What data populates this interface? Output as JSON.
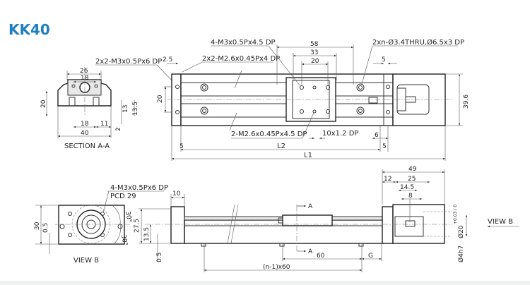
{
  "title": "KK40",
  "section_aa": {
    "label": "SECTION A-A",
    "callout": "2x2-M3x0.5Px6 DP",
    "dims": {
      "w26": "26",
      "w18_top": "18",
      "h20": "20",
      "h13": "13",
      "h13_5": "13.5",
      "w18_bot": "18",
      "w11": "11",
      "h2": "2",
      "w40": "40"
    }
  },
  "top_view": {
    "callouts": {
      "c1": "4-M3x0.5Px4.5 DP",
      "c2": "2x2-M2.6x0.45Px4 DP",
      "c3": "2xn-Ø3.4THRU,Ø6.5x3 DP",
      "c4": "2-M2.6x0.45Px4.5 DP",
      "c5": "10x1.2 DP"
    },
    "dims": {
      "d2_5": "2.5",
      "d58": "58",
      "d33": "33",
      "d20w": "20",
      "d5_top": "5",
      "d20h": "20",
      "d39_6": "39.6",
      "d6": "6",
      "d5_left": "5",
      "d5_right": "5",
      "L2": "L2",
      "L1": "L1"
    }
  },
  "view_b": {
    "label": "VIEW B",
    "callout": "4-M3x0.5Px6 DP",
    "pcd": "PCD 29",
    "dims": {
      "h30": "30",
      "h0_5": "0.5",
      "a30_top": "30°",
      "a30_bot": "30°"
    }
  },
  "side_view": {
    "dims": {
      "d10": "10",
      "d27_5": "27.5",
      "d13_5": "13.5",
      "d0_5": "0.5",
      "d49": "49",
      "d12": "12",
      "d25": "25",
      "d14_5": "14.5",
      "d8": "8",
      "d60": "60",
      "G": "G",
      "pitch": "(n-1)x60",
      "dia20": "Ø20",
      "dia20_tol": "+0.03 / 0",
      "dia4": "Ø4h7"
    },
    "section_marker": "A",
    "section_marker_b": "A",
    "view_arrow": "VIEW B"
  },
  "colors": {
    "title": "#1f7fc0",
    "line": "#333333"
  }
}
